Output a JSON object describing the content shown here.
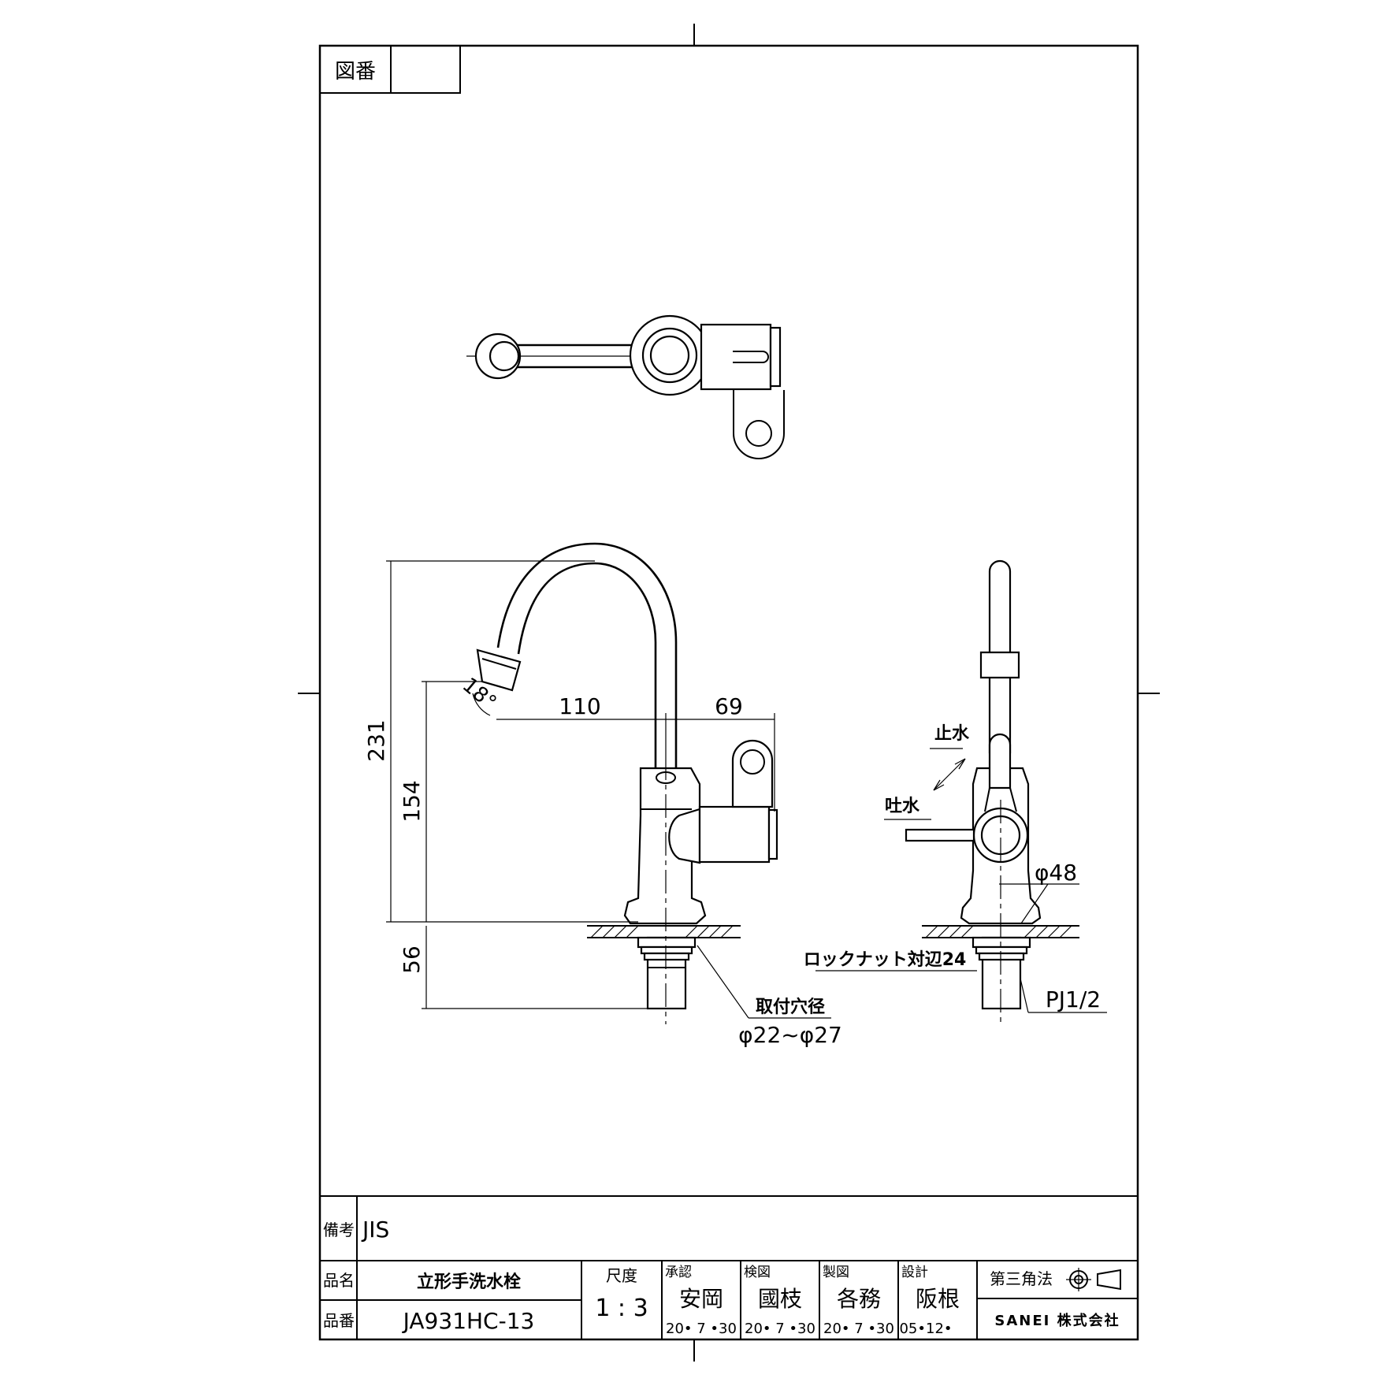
{
  "header": {
    "zuban_label": "図番",
    "zuban_value": ""
  },
  "dimensions": {
    "height_total": "231",
    "height_spout": "154",
    "below_deck": "56",
    "reach": "110",
    "handle_offset": "69",
    "angle": "18°",
    "diameter_base": "φ48",
    "locknut": "ロックナット対辺24",
    "pipe_thread": "PJ1/2",
    "hole_label": "取付穴径",
    "hole_range": "φ22~φ27"
  },
  "operation": {
    "stop": "止水",
    "discharge": "吐水"
  },
  "title_block": {
    "remarks_label": "備考",
    "remarks_value": "JIS",
    "name_label": "品名",
    "name_value": "立形手洗水栓",
    "number_label": "品番",
    "number_value": "JA931HC-13",
    "scale_label": "尺度",
    "scale_value": "1 : 3",
    "approvals": [
      {
        "role": "承認",
        "name": "安岡",
        "date": "20• 7 •30"
      },
      {
        "role": "検図",
        "name": "國枝",
        "date": "20• 7 •30"
      },
      {
        "role": "製図",
        "name": "各務",
        "date": "20• 7 •30"
      },
      {
        "role": "設計",
        "name": "阪根",
        "date": "05•12•"
      }
    ],
    "projection_label": "第三角法",
    "company": "SANEI 株式会社"
  }
}
